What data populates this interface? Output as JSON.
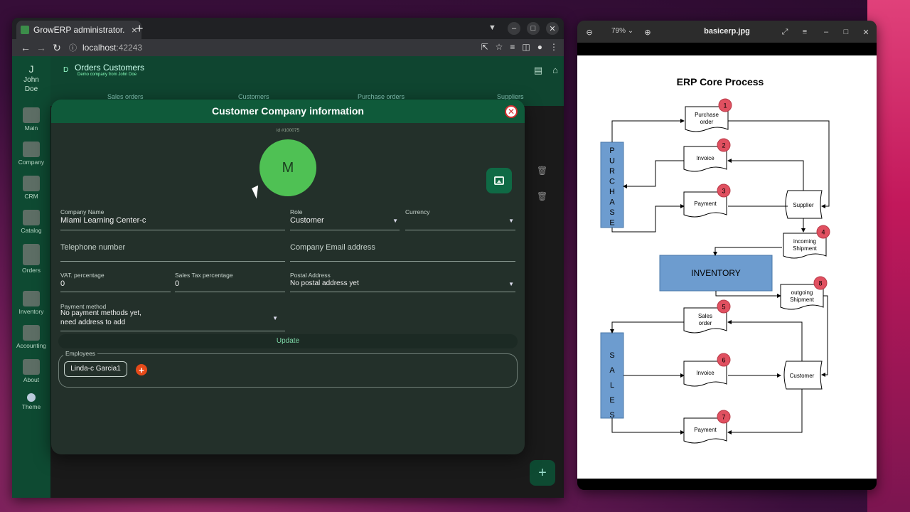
{
  "browser": {
    "tab_title": "GrowERP administrator.",
    "tab_close": "×",
    "new_tab": "+",
    "url_host": "localhost",
    "url_port": ":42243"
  },
  "sidebar": {
    "user_initial": "J",
    "user_name_1": "John",
    "user_name_2": "Doe",
    "items": [
      "Main",
      "Company",
      "CRM",
      "Catalog",
      "Orders",
      "Inventory",
      "Accounting",
      "About",
      "Theme"
    ]
  },
  "appbar": {
    "initial": "D",
    "title": "Orders  Customers",
    "subtitle": "Demo company from John Doe",
    "tabs": [
      "Sales orders",
      "Customers",
      "Purchase orders",
      "Suppliers"
    ]
  },
  "dialog": {
    "title": "Customer Company information",
    "id": "id #100075",
    "avatar_letter": "M",
    "company_name_label": "Company Name",
    "company_name_value": "Miami Learning Center-c",
    "role_label": "Role",
    "role_value": "Customer",
    "currency_label": "Currency",
    "currency_value": "",
    "telephone_placeholder": "Telephone number",
    "email_placeholder": "Company Email address",
    "vat_label": "VAT. percentage",
    "vat_value": "0",
    "sales_tax_label": "Sales Tax percentage",
    "sales_tax_value": "0",
    "postal_label": "Postal Address",
    "postal_value": "No postal address yet",
    "payment_label": "Payment method",
    "payment_value_1": "No payment methods yet,",
    "payment_value_2": "need address to add",
    "update_label": "Update",
    "employees_label": "Employees",
    "employee_chip": "Linda-c Garcia1"
  },
  "viewer": {
    "zoom": "79%",
    "filename": "basicerp.jpg",
    "diagram": {
      "title": "ERP Core Process",
      "purchase_letters": [
        "P",
        "U",
        "R",
        "C",
        "H",
        "A",
        "S",
        "E"
      ],
      "sales_letters": [
        "S",
        "A",
        "L",
        "E",
        "S"
      ],
      "inventory": "INVENTORY",
      "supplier": "Supplier",
      "customer": "Customer",
      "docs": [
        {
          "n": "1",
          "line1": "Purchase",
          "line2": "order"
        },
        {
          "n": "2",
          "line1": "Invoice",
          "line2": ""
        },
        {
          "n": "3",
          "line1": "Payment",
          "line2": ""
        },
        {
          "n": "4",
          "line1": "incoming",
          "line2": "Shipment"
        },
        {
          "n": "5",
          "line1": "Sales",
          "line2": "order"
        },
        {
          "n": "6",
          "line1": "Invoice",
          "line2": ""
        },
        {
          "n": "7",
          "line1": "Payment",
          "line2": ""
        },
        {
          "n": "8",
          "line1": "outgoing",
          "line2": "Shipment"
        }
      ]
    }
  },
  "colors": {
    "app_green": "#0e4a32",
    "dialog_bg": "#23302a",
    "avatar_green": "#4fc154",
    "diagram_blue": "#6d9ccf",
    "badge_red": "#e05060"
  }
}
